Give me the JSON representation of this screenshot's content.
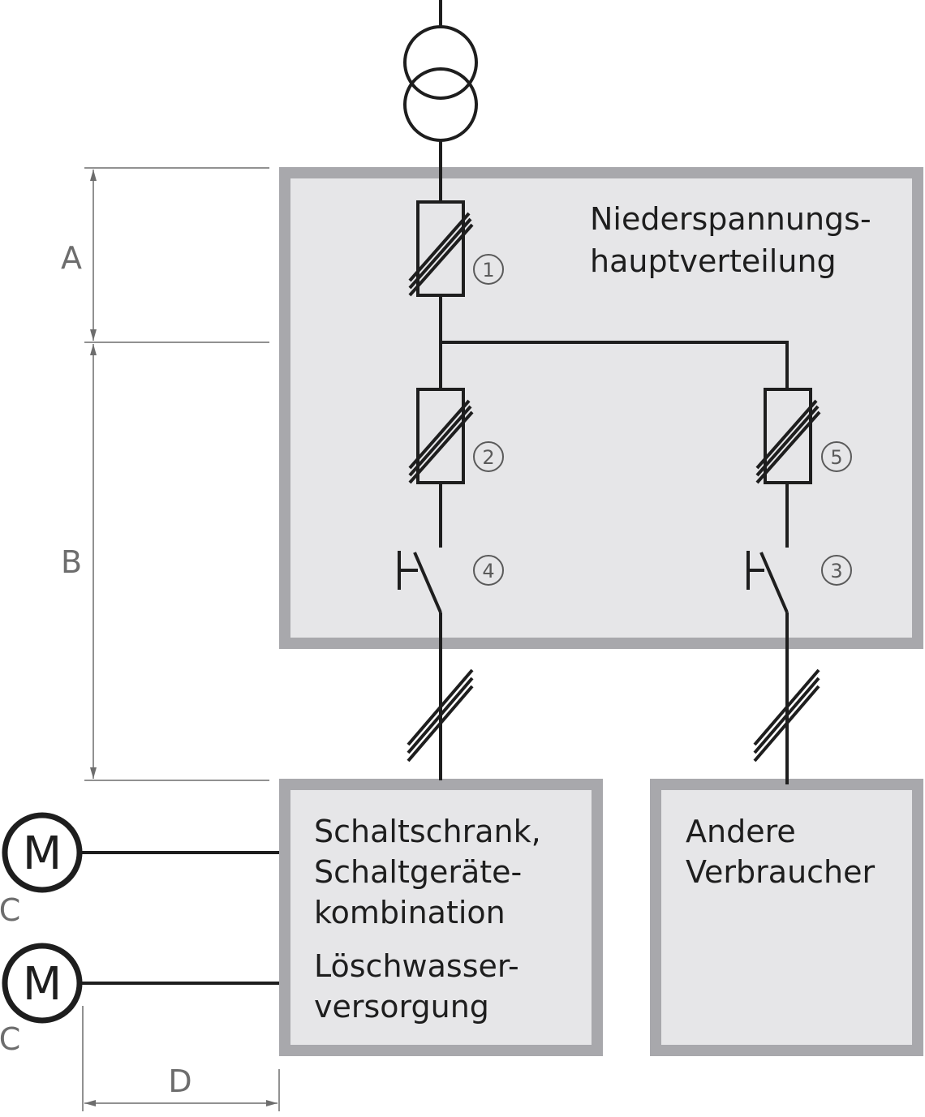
{
  "dimensions": {
    "a": "A",
    "b": "B",
    "c": "C",
    "d": "D"
  },
  "main_panel": {
    "title_line1": "Niederspannungs-",
    "title_line2": "hauptverteilung"
  },
  "markers": {
    "m1": "1",
    "m2": "2",
    "m3": "3",
    "m4": "4",
    "m5": "5"
  },
  "cabinet": {
    "line1": "Schaltschrank,",
    "line2": "Schaltgeräte-",
    "line3": "kombination",
    "line4": "Löschwasser-",
    "line5": "versorgung"
  },
  "consumers": {
    "line1": "Andere",
    "line2": "Verbraucher"
  },
  "motors": {
    "top": "M",
    "bottom": "M"
  },
  "colors": {
    "panel_fill": "#e6e6e8",
    "panel_border": "#a8a8ac",
    "line": "#1e1e1e",
    "dim_line": "#6d6d6d"
  }
}
